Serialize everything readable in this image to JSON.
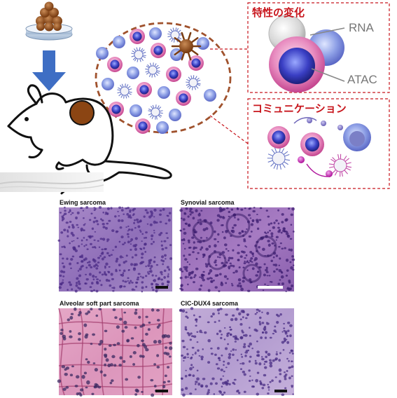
{
  "callouts": {
    "top": {
      "title": "特性の変化",
      "labels": [
        "RNA",
        "ATAC"
      ]
    },
    "bottom": {
      "title": "コミュニケーション"
    }
  },
  "histology": [
    {
      "title": "Ewing sarcoma"
    },
    {
      "title": "Synovial sarcoma"
    },
    {
      "title": "Alveolar soft part sarcoma"
    },
    {
      "title": "CIC-DUX4 sarcoma"
    }
  ],
  "colors": {
    "accent_red": "#c8161d",
    "arrow_blue": "#3e6ec4",
    "tumor_brown": "#8b4513",
    "ellipse_border": "#a0522d"
  },
  "icons": [
    "culture-dish-icon",
    "down-arrow-icon",
    "mouse-icon",
    "cell-cluster-icon",
    "cancer-cell-icon"
  ]
}
